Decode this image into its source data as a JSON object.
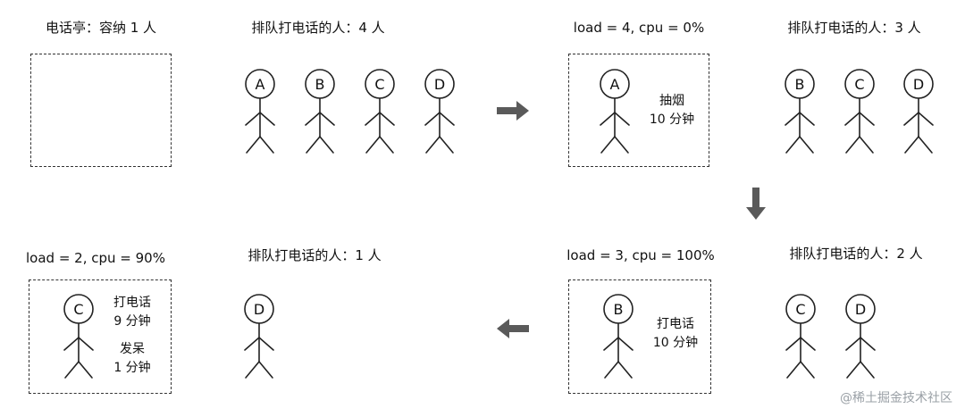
{
  "panels": {
    "p1": {
      "header": "电话亭：容纳 1 人",
      "queue_header": "排队打电话的人：4 人",
      "queue": [
        "A",
        "B",
        "C",
        "D"
      ]
    },
    "p2": {
      "header": "load = 4, cpu = 0%",
      "booth_person": "A",
      "booth_note_1": "抽烟",
      "booth_note_2": "10 分钟",
      "queue_header": "排队打电话的人：3 人",
      "queue": [
        "B",
        "C",
        "D"
      ]
    },
    "p3": {
      "header": "load = 3, cpu = 100%",
      "booth_person": "B",
      "booth_note_1": "打电话",
      "booth_note_2": "10 分钟",
      "queue_header": "排队打电话的人：2 人",
      "queue": [
        "C",
        "D"
      ]
    },
    "p4": {
      "header": "load = 2, cpu = 90%",
      "booth_person": "C",
      "booth_note_1": "打电话",
      "booth_note_2": "9 分钟",
      "booth_note_3": "发呆",
      "booth_note_4": "1 分钟",
      "queue_header": "排队打电话的人：1 人",
      "queue": [
        "D"
      ]
    }
  },
  "watermark": "@稀土掘金技术社区",
  "colors": {
    "arrow": "#5a5a5a",
    "stroke": "#222222"
  }
}
